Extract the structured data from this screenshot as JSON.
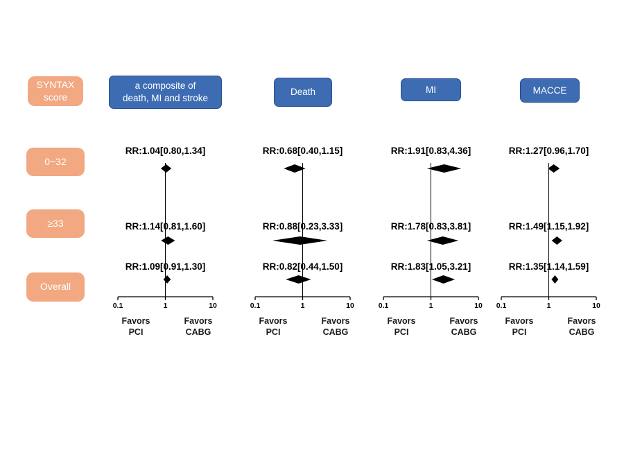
{
  "figure": {
    "background": "#ffffff"
  },
  "colors": {
    "row_box": "#f2a881",
    "header_box": "#3e6cb3",
    "header_border": "#27508f",
    "text_on_box": "#ffffff",
    "diamond": "#000000",
    "axis": "#000000"
  },
  "sidebar": {
    "header": "SYNTAX\nscore",
    "rows": [
      {
        "label": "0~32"
      },
      {
        "label": "≥33"
      },
      {
        "label": "Overall"
      }
    ]
  },
  "chart_data": [
    {
      "type": "forest",
      "title": "a composite of\ndeath, MI and stroke",
      "x_scale": "log10",
      "x_ticks": [
        0.1,
        1,
        10
      ],
      "x_tick_labels": [
        "0.1",
        "1",
        "10"
      ],
      "reference_line": 1,
      "favors_left": "Favors\nPCI",
      "favors_right": "Favors\nCABG",
      "rows": [
        {
          "group": "0~32",
          "label": "RR:1.04[0.80,1.34]",
          "rr": 1.04,
          "ci_low": 0.8,
          "ci_high": 1.34
        },
        {
          "group": "≥33",
          "label": "RR:1.14[0.81,1.60]",
          "rr": 1.14,
          "ci_low": 0.81,
          "ci_high": 1.6
        },
        {
          "group": "Overall",
          "label": "RR:1.09[0.91,1.30]",
          "rr": 1.09,
          "ci_low": 0.91,
          "ci_high": 1.3
        }
      ]
    },
    {
      "type": "forest",
      "title": "Death",
      "x_scale": "log10",
      "x_ticks": [
        0.1,
        1,
        10
      ],
      "x_tick_labels": [
        "0.1",
        "1",
        "10"
      ],
      "reference_line": 1,
      "favors_left": "Favors\nPCI",
      "favors_right": "Favors\nCABG",
      "rows": [
        {
          "group": "0~32",
          "label": "RR:0.68[0.40,1.15]",
          "rr": 0.68,
          "ci_low": 0.4,
          "ci_high": 1.15
        },
        {
          "group": "≥33",
          "label": "RR:0.88[0.23,3.33]",
          "rr": 0.88,
          "ci_low": 0.23,
          "ci_high": 3.33
        },
        {
          "group": "Overall",
          "label": "RR:0.82[0.44,1.50]",
          "rr": 0.82,
          "ci_low": 0.44,
          "ci_high": 1.5
        }
      ]
    },
    {
      "type": "forest",
      "title": "MI",
      "x_scale": "log10",
      "x_ticks": [
        0.1,
        1,
        10
      ],
      "x_tick_labels": [
        "0.1",
        "1",
        "10"
      ],
      "reference_line": 1,
      "favors_left": "Favors\nPCI",
      "favors_right": "Favors\nCABG",
      "rows": [
        {
          "group": "0~32",
          "label": "RR:1.91[0.83,4.36]",
          "rr": 1.91,
          "ci_low": 0.83,
          "ci_high": 4.36
        },
        {
          "group": "≥33",
          "label": "RR:1.78[0.83,3.81]",
          "rr": 1.78,
          "ci_low": 0.83,
          "ci_high": 3.81
        },
        {
          "group": "Overall",
          "label": "RR:1.83[1.05,3.21]",
          "rr": 1.83,
          "ci_low": 1.05,
          "ci_high": 3.21
        }
      ]
    },
    {
      "type": "forest",
      "title": "MACCE",
      "x_scale": "log10",
      "x_ticks": [
        0.1,
        1,
        10
      ],
      "x_tick_labels": [
        "0.1",
        "1",
        "10"
      ],
      "reference_line": 1,
      "favors_left": "Favors\nPCI",
      "favors_right": "Favors\nCABG",
      "rows": [
        {
          "group": "0~32",
          "label": "RR:1.27[0.96,1.70]",
          "rr": 1.27,
          "ci_low": 0.96,
          "ci_high": 1.7
        },
        {
          "group": "≥33",
          "label": "RR:1.49[1.15,1.92]",
          "rr": 1.49,
          "ci_low": 1.15,
          "ci_high": 1.92
        },
        {
          "group": "Overall",
          "label": "RR:1.35[1.14,1.59]",
          "rr": 1.35,
          "ci_low": 1.14,
          "ci_high": 1.59
        }
      ]
    }
  ]
}
